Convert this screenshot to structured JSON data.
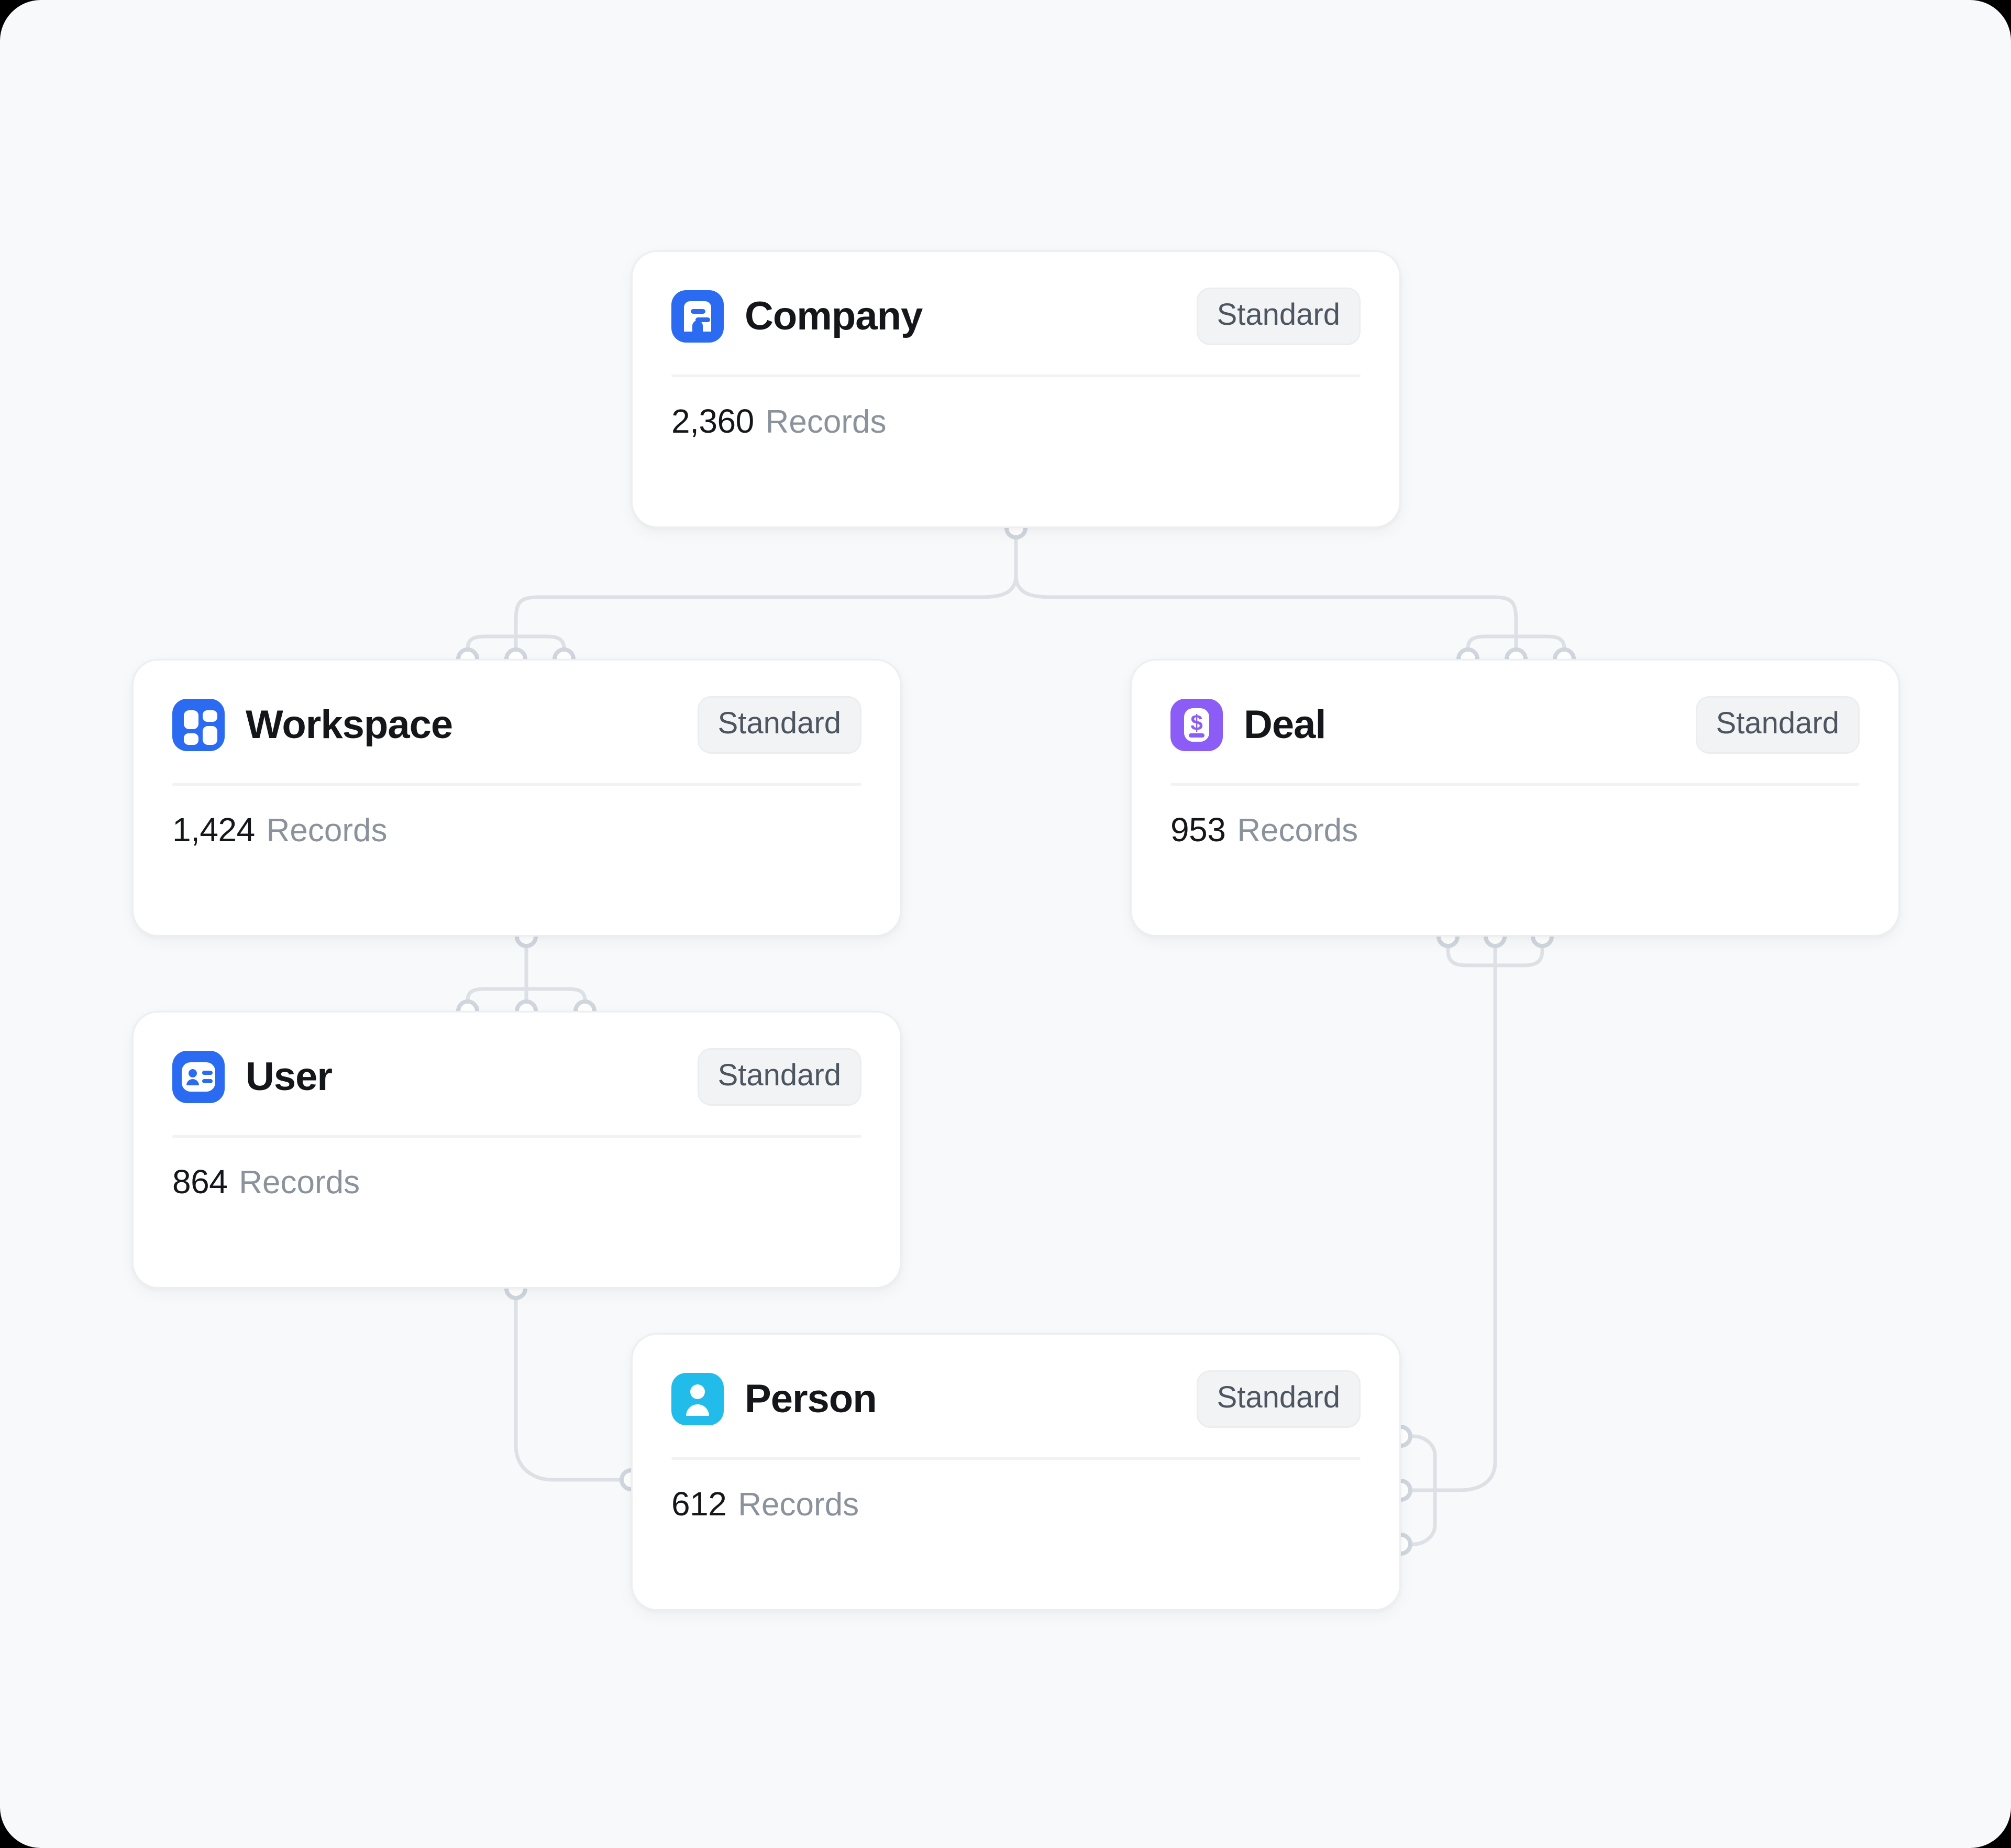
{
  "canvas": {
    "background_color": "#F8F9FA",
    "connector_color": "#DDE1E6",
    "port_fill": "#FFFFFF",
    "port_stroke": "#CFD6DD"
  },
  "badge_default_label": "Standard",
  "records_label": "Records",
  "objects": [
    {
      "id": "company",
      "title": "Company",
      "badge": "Standard",
      "record_count": "2,360",
      "records_label": "Records",
      "icon": "company-building-icon",
      "icon_color": "#2A6BF2"
    },
    {
      "id": "workspace",
      "title": "Workspace",
      "badge": "Standard",
      "record_count": "1,424",
      "records_label": "Records",
      "icon": "workspace-grid-icon",
      "icon_color": "#2A6BF2"
    },
    {
      "id": "deal",
      "title": "Deal",
      "badge": "Standard",
      "record_count": "953",
      "records_label": "Records",
      "icon": "deal-money-icon",
      "icon_color": "#8C5CF6"
    },
    {
      "id": "user",
      "title": "User",
      "badge": "Standard",
      "record_count": "864",
      "records_label": "Records",
      "icon": "user-contact-card-icon",
      "icon_color": "#2A6BF2"
    },
    {
      "id": "person",
      "title": "Person",
      "badge": "Standard",
      "record_count": "612",
      "records_label": "Records",
      "icon": "person-avatar-icon",
      "icon_color": "#22BCEB"
    }
  ],
  "relations": [
    {
      "from": "company",
      "to": "workspace"
    },
    {
      "from": "company",
      "to": "deal"
    },
    {
      "from": "workspace",
      "to": "user"
    },
    {
      "from": "user",
      "to": "person"
    },
    {
      "from": "deal",
      "to": "person"
    }
  ]
}
